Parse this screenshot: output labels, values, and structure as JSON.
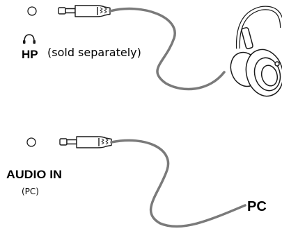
{
  "connections": [
    {
      "port_label": "HP",
      "port_icon": "headphone-icon",
      "note": "(sold separately)",
      "device": "headphones"
    },
    {
      "port_label": "AUDIO IN",
      "sub_label": "(PC)",
      "device_label": "PC"
    }
  ],
  "colors": {
    "cable": "#7a7a7a",
    "outline": "#1a1a1a",
    "background": "#ffffff"
  }
}
